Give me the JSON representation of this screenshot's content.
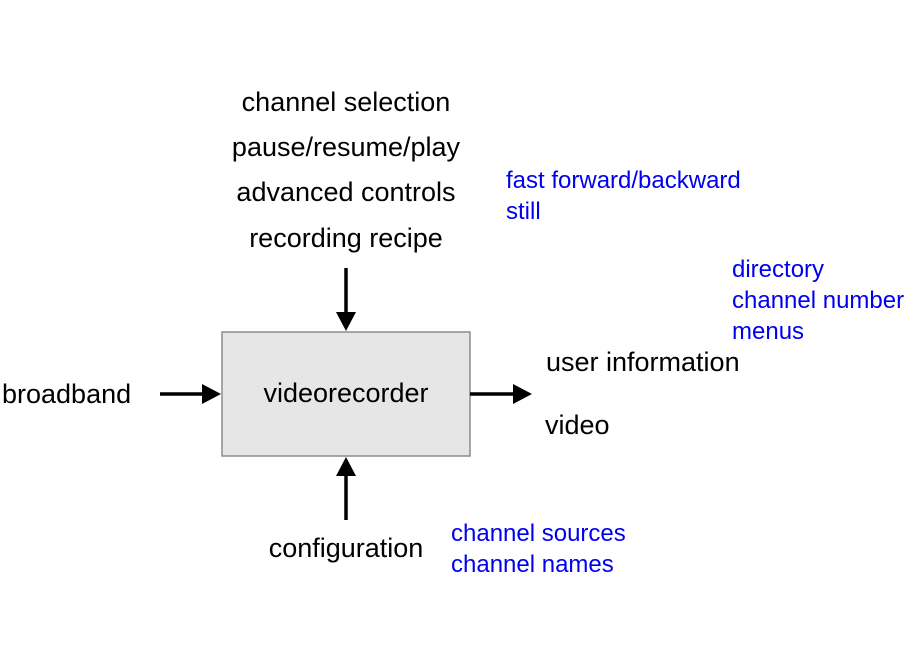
{
  "colors": {
    "primary_text": "#000000",
    "secondary_text": "#0000ee",
    "box_fill": "#e6e6e6",
    "box_stroke": "#8c8c8c",
    "arrow": "#000000"
  },
  "box": {
    "label": "videorecorder"
  },
  "inputs_top": {
    "items": [
      "channel selection",
      "pause/resume/play",
      "advanced controls",
      "recording recipe"
    ],
    "advanced_details": [
      "fast forward/backward",
      "still"
    ]
  },
  "input_left": {
    "label": "broadband"
  },
  "input_bottom": {
    "label": "configuration",
    "details": [
      "channel sources",
      "channel names"
    ]
  },
  "outputs_right": {
    "user_information": "user information",
    "user_information_details": [
      "directory",
      "channel number",
      "menus"
    ],
    "video": "video"
  }
}
